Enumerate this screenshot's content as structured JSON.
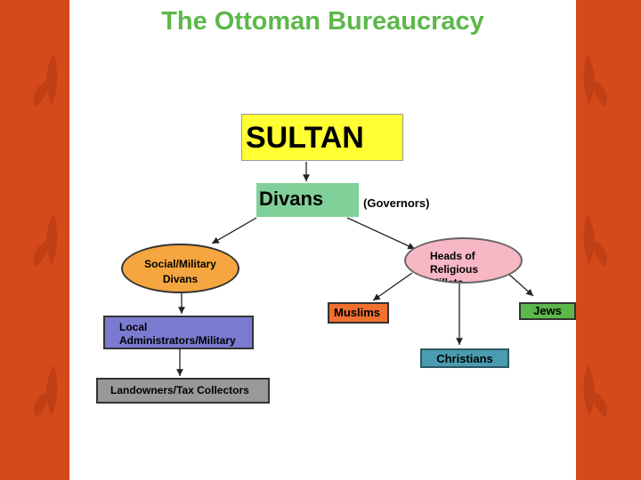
{
  "title": "The Ottoman Bureaucracy",
  "nodes": {
    "sultan": "SULTAN",
    "divans": "Divans",
    "governors": "(Governors)",
    "social_military": [
      "Social/Military",
      "Divans"
    ],
    "heads_religious": [
      "Heads of",
      "Religious",
      "Millets"
    ],
    "muslims": "Muslims",
    "jews": "Jews",
    "christians": "Christians",
    "local": [
      "Local",
      "Administrators/Military"
    ],
    "landowners": "Landowners/Tax Collectors"
  },
  "colors": {
    "background": "#d44a1a",
    "title": "#5cb84a",
    "sultan": "#ffff33",
    "divans": "#80d09a",
    "social_military": "#f5a640",
    "heads_religious": "#f7b7c4",
    "muslims": "#f07030",
    "jews": "#5cb84a",
    "christians": "#4a9cb0",
    "local": "#7a7ad0",
    "landowners": "#999999"
  }
}
